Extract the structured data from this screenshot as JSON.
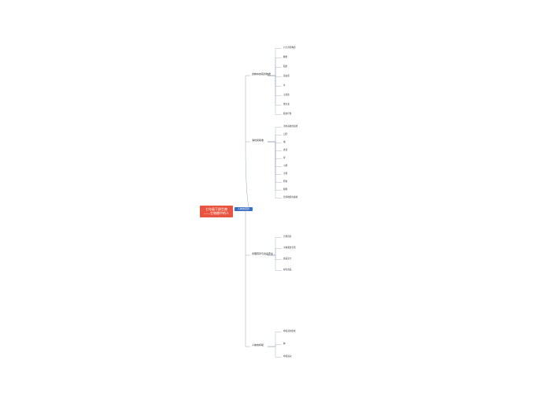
{
  "root": {
    "line1": "七年级下册生物",
    "line2": "——生物圈中的人"
  },
  "hub": "人体的营养",
  "branches": [
    {
      "label": "食物中的营养物质",
      "children": [
        {
          "label": "六大营养物质"
        },
        {
          "label": "糖类"
        },
        {
          "label": "脂肪"
        },
        {
          "label": "蛋白质"
        },
        {
          "label": "水"
        },
        {
          "label": "无机盐"
        },
        {
          "label": "维生素"
        },
        {
          "label": "膳食纤维"
        }
      ]
    },
    {
      "label": "消化和吸收",
      "children": [
        {
          "label": "消化系统的组成"
        },
        {
          "label": "口腔"
        },
        {
          "label": "咽"
        },
        {
          "label": "食道"
        },
        {
          "label": "胃"
        },
        {
          "label": "小肠"
        },
        {
          "label": "大肠"
        },
        {
          "label": "肝脏"
        },
        {
          "label": "胰腺"
        },
        {
          "label": "营养物质的吸收"
        }
      ]
    },
    {
      "label": "合理营养与食品安全",
      "children": [
        {
          "label": "合理营养"
        },
        {
          "label": "平衡膳食宝塔"
        },
        {
          "label": "食品安全"
        },
        {
          "label": "绿色食品"
        }
      ]
    },
    {
      "label": "人体的呼吸",
      "children": [
        {
          "label": "呼吸道的组成"
        },
        {
          "label": "肺"
        },
        {
          "label": "呼吸运动"
        }
      ]
    }
  ]
}
